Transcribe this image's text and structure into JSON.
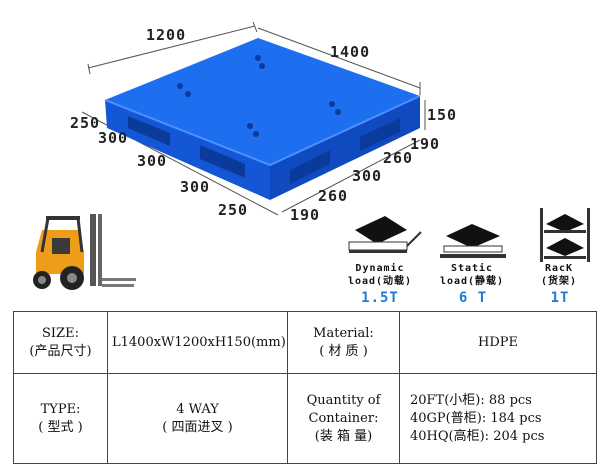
{
  "dimensions": {
    "length_top": "1400",
    "width_top": "1200",
    "height_side": "150",
    "left_segments": [
      "250",
      "300",
      "300",
      "300",
      "250"
    ],
    "right_segments": [
      "190",
      "260",
      "300",
      "260",
      "190"
    ]
  },
  "loads": [
    {
      "title_en": "Dynamic",
      "title_cn": "load(动载)",
      "value": "1.5T"
    },
    {
      "title_en": "Static",
      "title_cn": "load(静载)",
      "value": "6 T"
    },
    {
      "title_en": "RacK",
      "title_cn": "(货架)",
      "value": "1T"
    }
  ],
  "spec": {
    "size_label": "SIZE:",
    "size_label_cn": "(产品尺寸)",
    "size_value": "L1400xW1200xH150(mm)",
    "material_label": "Material:",
    "material_label_cn": "( 材 质 )",
    "material_value": "HDPE",
    "type_label": "TYPE:",
    "type_label_cn": "( 型式 )",
    "type_value": "4 WAY",
    "type_value_cn": "( 四面进叉 )",
    "quantity_label_1": "Quantity of",
    "quantity_label_2": "Container:",
    "quantity_label_cn": "(装 箱 量)",
    "quantity_lines": [
      "20FT(小柜): 88 pcs",
      "40GP(普柜): 184 pcs",
      "40HQ(高柜): 204 pcs"
    ]
  },
  "colors": {
    "pallet": "#1565e6",
    "pallet_dark": "#0b47b8",
    "load_value": "#1a7bd8"
  }
}
